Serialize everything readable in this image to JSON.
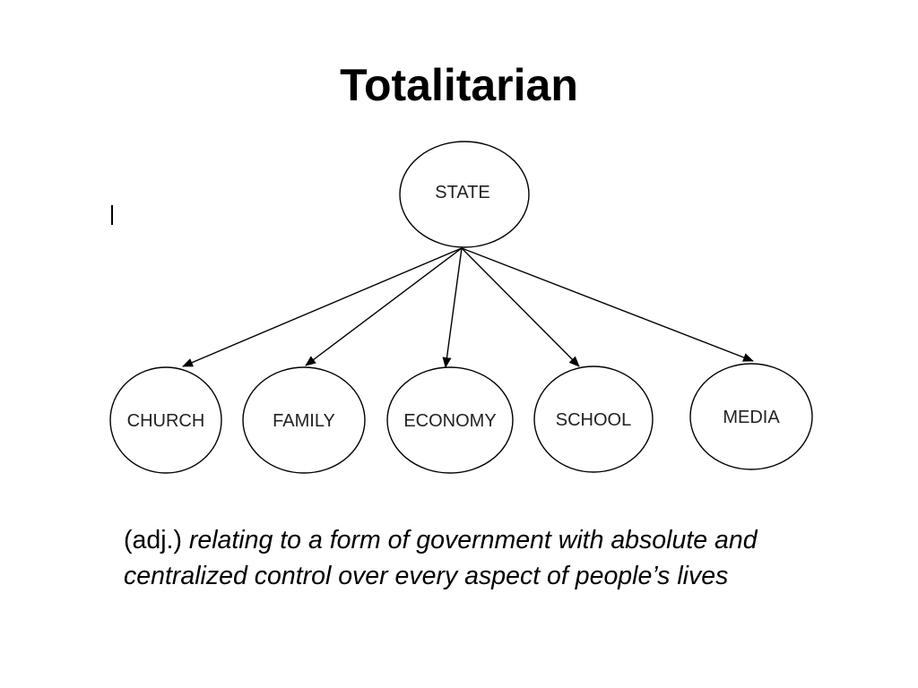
{
  "slide": {
    "title": "Totalitarian"
  },
  "diagram": {
    "root": {
      "label": "STATE"
    },
    "children": [
      {
        "label": "CHURCH"
      },
      {
        "label": "FAMILY"
      },
      {
        "label": "ECONOMY"
      },
      {
        "label": "SCHOOL"
      },
      {
        "label": "MEDIA"
      }
    ]
  },
  "definition": {
    "part_of_speech": "(adj.)",
    "text": "relating to a form of government with absolute and centralized control over every aspect of people’s lives"
  }
}
